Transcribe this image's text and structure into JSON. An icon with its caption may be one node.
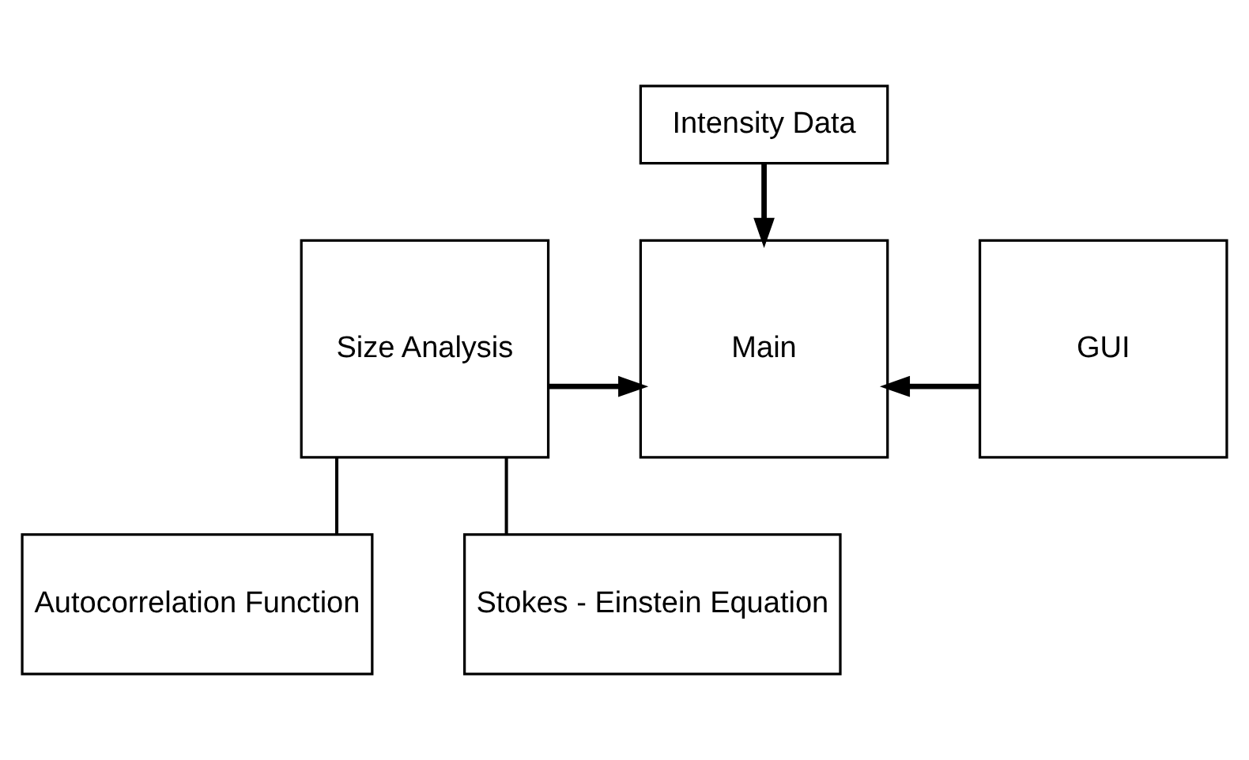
{
  "diagram": {
    "nodes": [
      {
        "text": [
          "Intensity Data"
        ]
      },
      {
        "text": [
          "Size Analysis"
        ]
      },
      {
        "text": [
          "Main"
        ]
      },
      {
        "text": [
          "GUI"
        ]
      },
      {
        "text": [
          "Autocorrelation Function"
        ]
      },
      {
        "text": [
          "Stokes - Einstein Equation"
        ]
      }
    ],
    "edges": [
      {
        "from": 0,
        "to": 2,
        "arrow": "to"
      },
      {
        "from": 1,
        "to": 2,
        "arrow": "to"
      },
      {
        "from": 3,
        "to": 2,
        "arrow": "to"
      },
      {
        "from": 1,
        "to": 4,
        "arrow": "none"
      },
      {
        "from": 1,
        "to": 5,
        "arrow": "none"
      }
    ]
  }
}
